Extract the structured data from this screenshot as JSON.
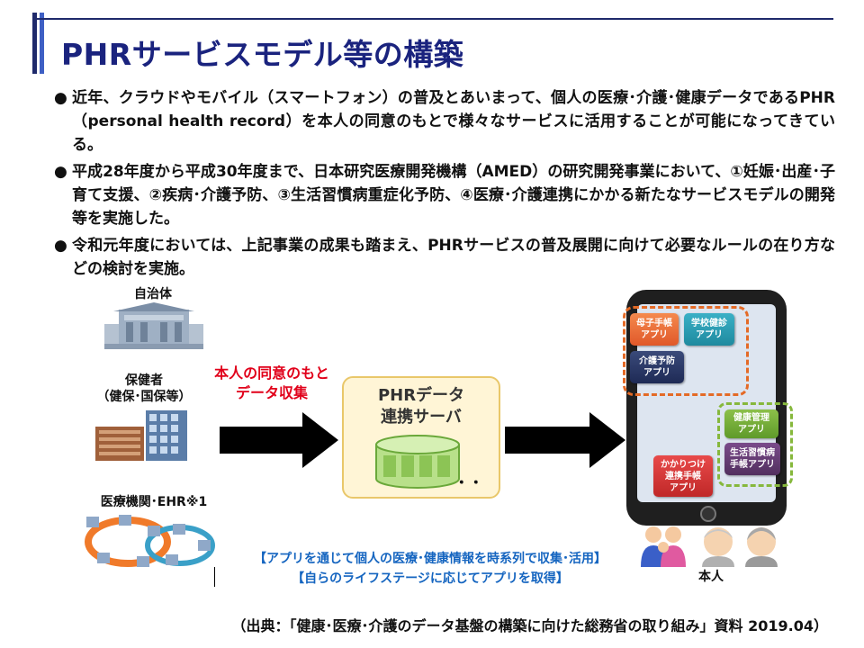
{
  "title": "PHRサービスモデル等の構築",
  "bullets": [
    "近年、クラウドやモバイル（スマートフォン）の普及とあいまって、個人の医療･介護･健康データであるPHR（personal health record）を本人の同意のもとで様々なサービスに活用することが可能になってきている。",
    "平成28年度から平成30年度まで、日本研究医療開発機構（AMED）の研究開発事業において、①妊娠･出産･子育て支援、②疾病･介護予防、③生活習慣病重症化予防、④医療･介護連携にかかる新たなサービスモデルの開発等を実施した。",
    "令和元年度においては、上記事業の成果も踏まえ、PHRサービスの普及展開に向けて必要なルールの在り方などの検討を実施。"
  ],
  "bullet_mark": "●",
  "sources_labels": {
    "municipality": "自治体",
    "insurer_line1": "保健者",
    "insurer_line2": "（健保･国保等）",
    "medical": "医療機関･EHR※1"
  },
  "consent_label_line1": "本人の同意のもと",
  "consent_label_line2": "データ収集",
  "server": {
    "line1": "PHRデータ",
    "line2": "連携サーバ",
    "dots": "．．"
  },
  "apps": {
    "maternal_line1": "母子手帳",
    "maternal_line2": "アプリ",
    "school_line1": "学校健診",
    "school_line2": "アプリ",
    "care_line1": "介護予防",
    "care_line2": "アプリ",
    "health_line1": "健康管理",
    "health_line2": "アプリ",
    "lifestyle_line1": "生活習慣病",
    "lifestyle_line2": "手帳アプリ",
    "family_line1": "かかりつけ",
    "family_line2": "連携手帳",
    "family_line3": "アプリ"
  },
  "person_label": "本人",
  "note_line1": "【アプリを通じて個人の医療･健康情報を時系列で収集･活用】",
  "note_line2": "【自らのライフステージに応じてアプリを取得】",
  "source": "（出典：「健康･医療･介護のデータ基盤の構築に向けた総務省の取り組み」資料 2019.04）",
  "colors": {
    "title": "#1a237e",
    "consent": "#e1001a",
    "note": "#1565c0"
  }
}
